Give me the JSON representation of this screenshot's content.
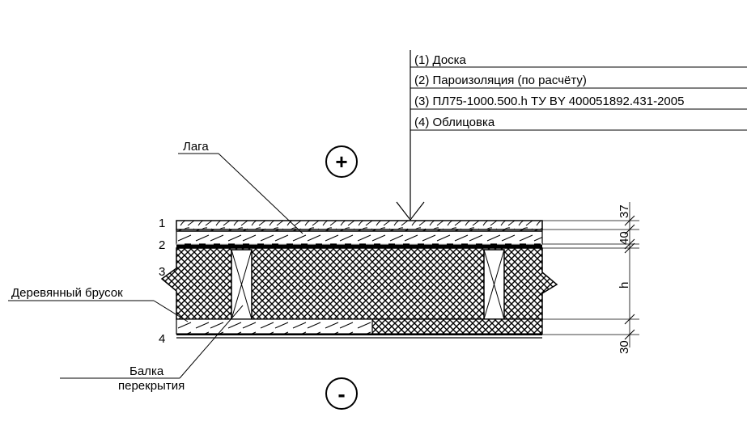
{
  "legend": {
    "items": [
      "(1) Доска",
      "(2) Пароизоляция (по расчёту)",
      "(3) ПЛ75-1000.500.h ТУ BY 400051892.431-2005",
      "(4) Облицовка"
    ]
  },
  "symbols": {
    "plus": "+",
    "minus": "-"
  },
  "layer_numbers": [
    "1",
    "2",
    "3",
    "4"
  ],
  "labels": {
    "joist": "Лага",
    "wooden_bar": "Деревянный брусок",
    "beam_line1": "Балка",
    "beam_line2": "перекрытия"
  },
  "dimensions": {
    "top": "37",
    "mid": "40",
    "h": "h",
    "bottom": "30"
  }
}
